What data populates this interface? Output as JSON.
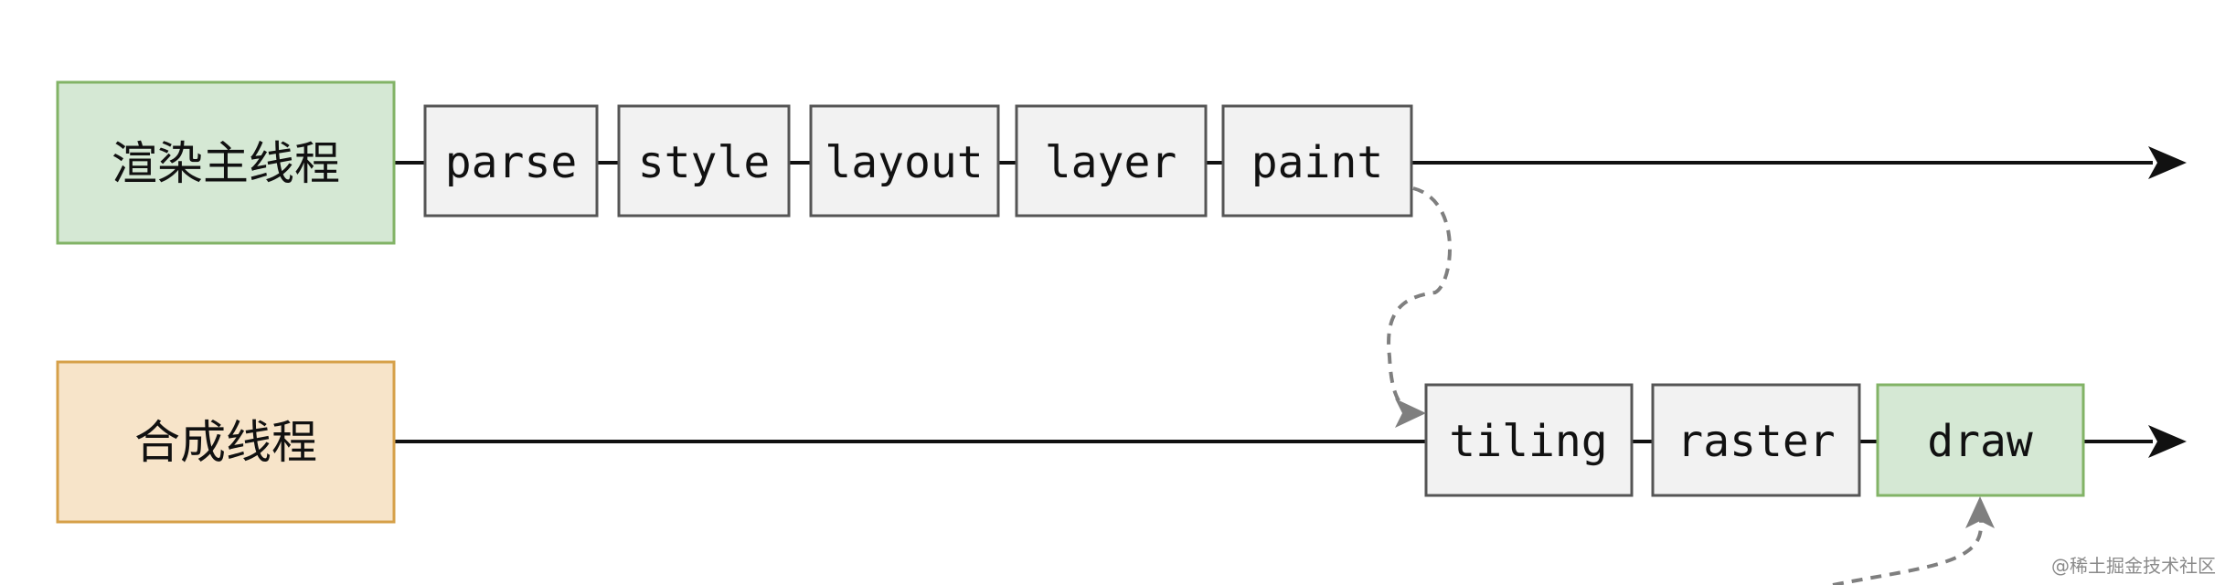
{
  "threads": {
    "main": {
      "label": "渲染主线程",
      "fill": "#d5e8d4",
      "stroke": "#82b366",
      "stages": [
        {
          "label": "parse"
        },
        {
          "label": "style"
        },
        {
          "label": "layout"
        },
        {
          "label": "layer"
        },
        {
          "label": "paint"
        }
      ]
    },
    "compositor": {
      "label": "合成线程",
      "fill": "#f7e4c9",
      "stroke": "#d6a049",
      "stages": [
        {
          "label": "tiling"
        },
        {
          "label": "raster"
        },
        {
          "label": "draw",
          "highlight": true
        }
      ]
    }
  },
  "colors": {
    "stage_fill": "#f2f2f2",
    "stage_stroke": "#555555",
    "highlight_fill": "#d5e8d4",
    "highlight_stroke": "#82b366",
    "line": "#111111",
    "dashed": "#7f7f7f"
  },
  "watermark": "@稀土掘金技术社区"
}
